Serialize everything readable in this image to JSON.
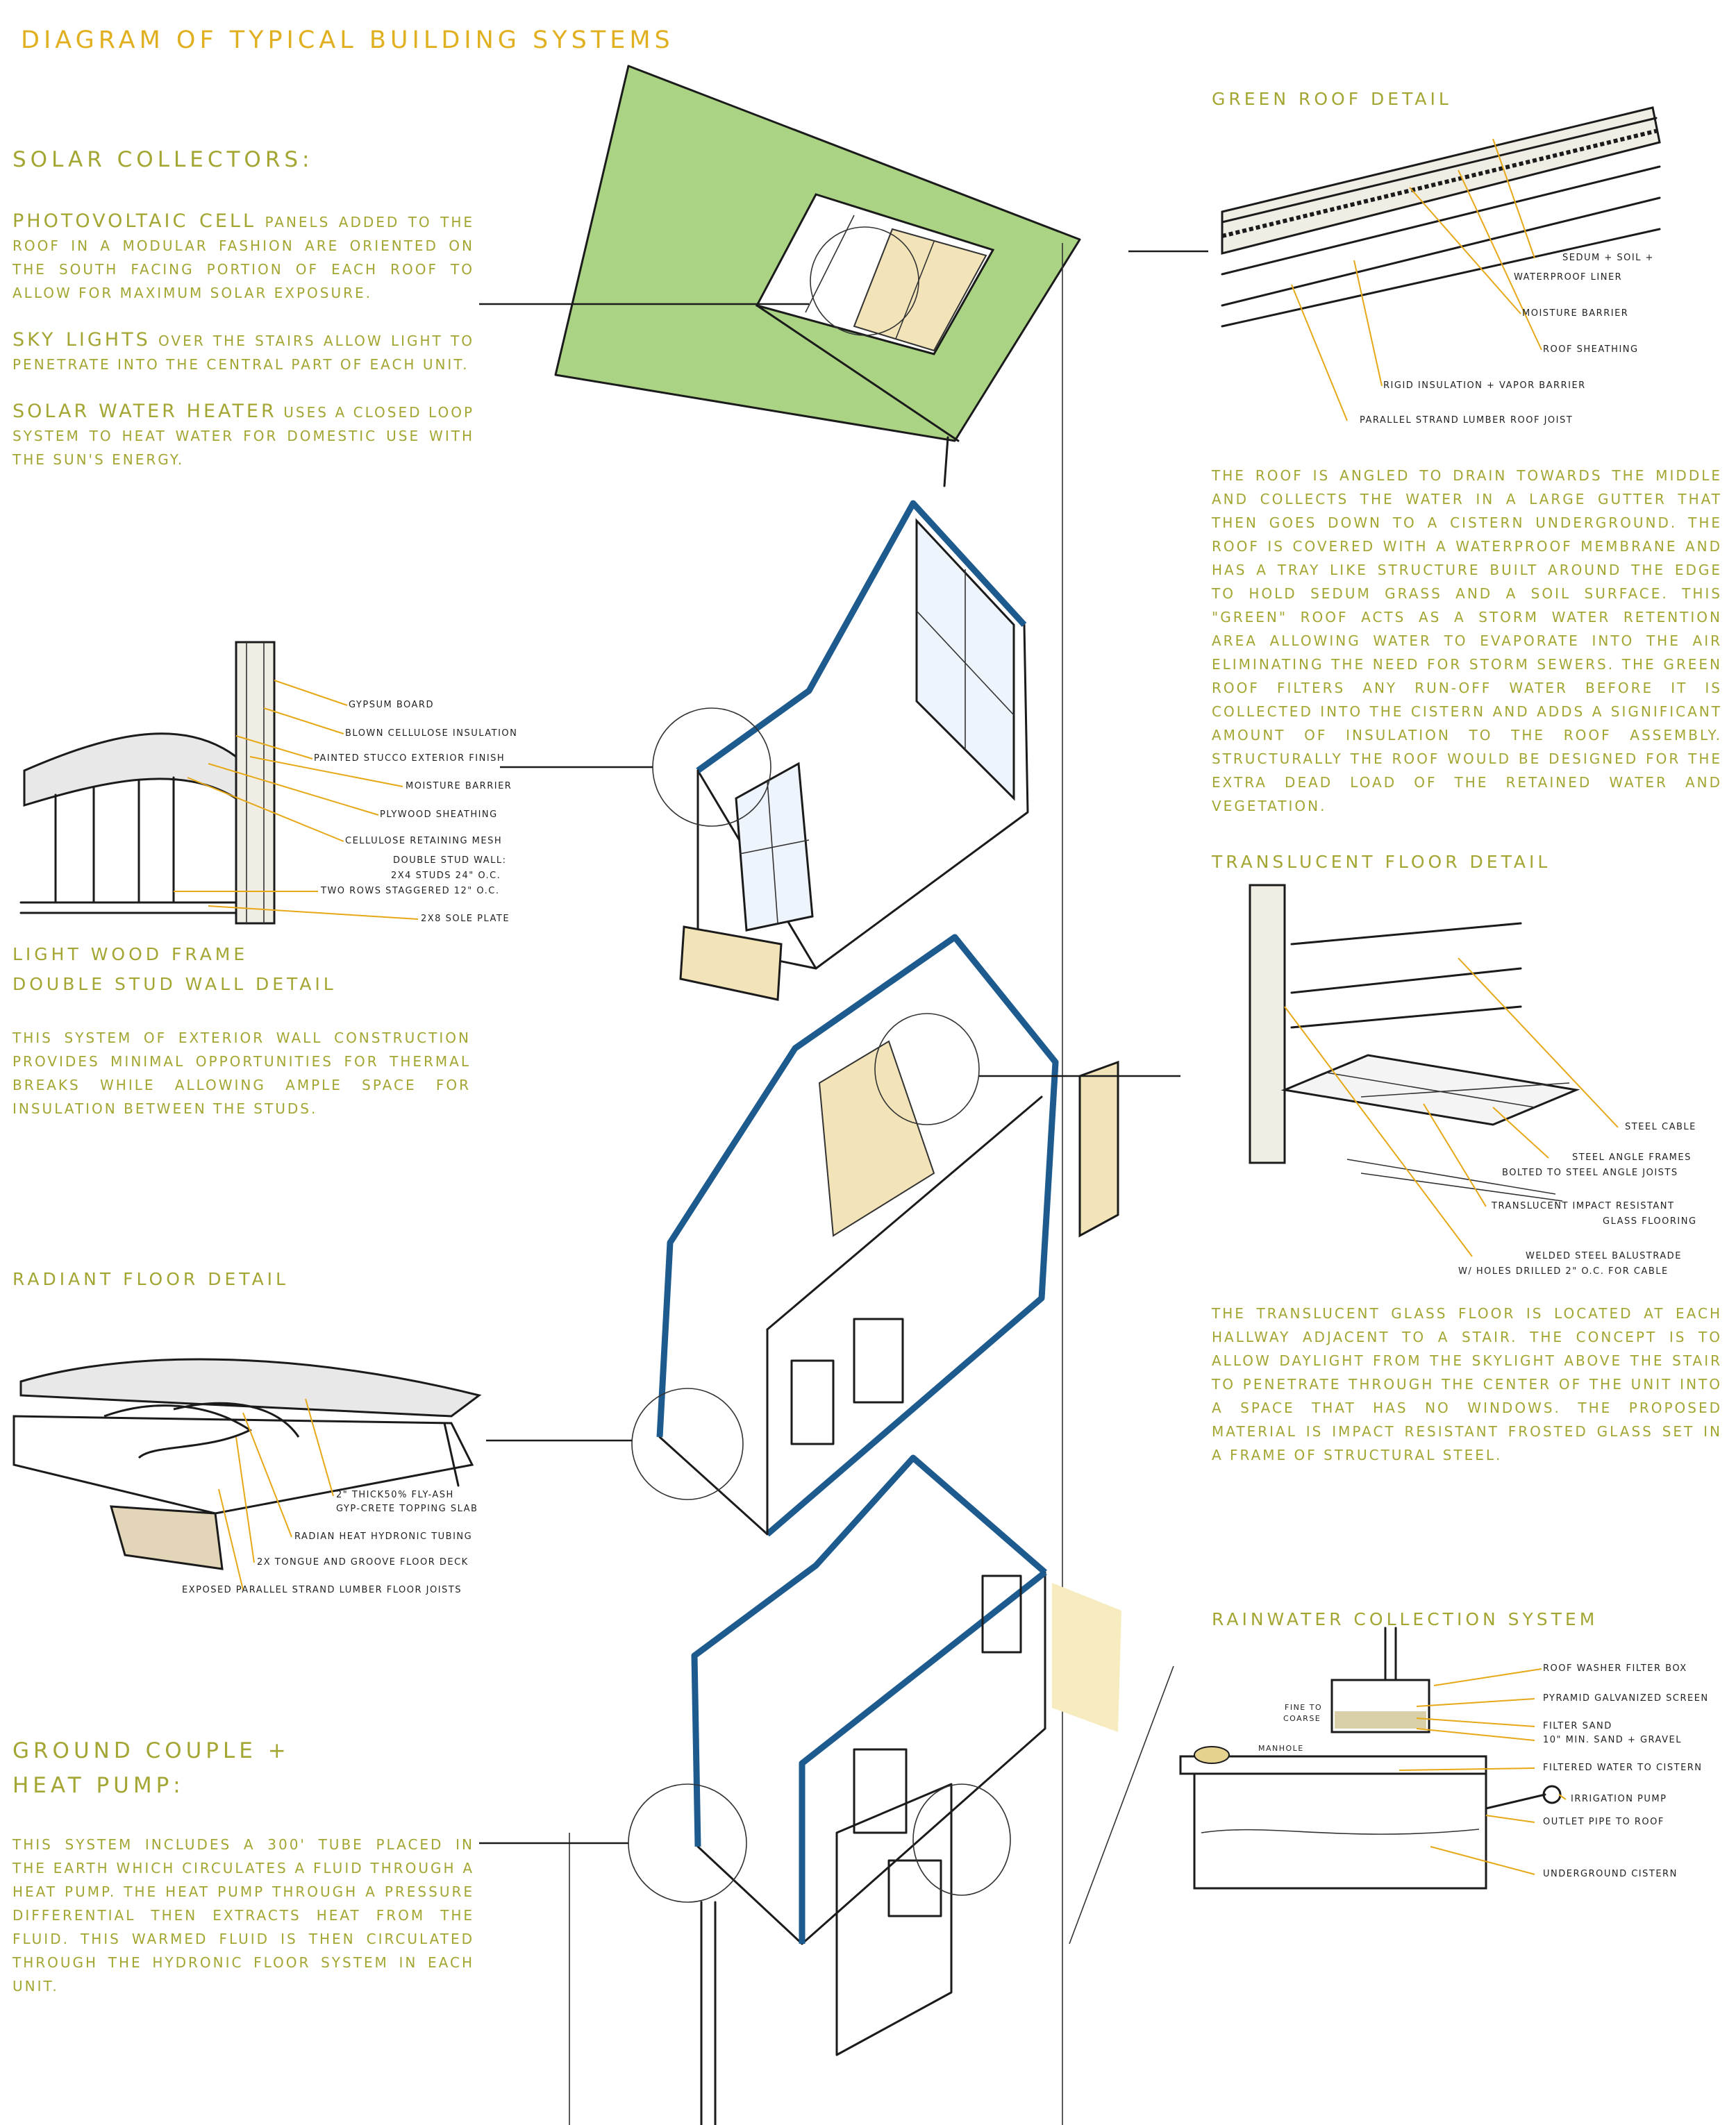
{
  "title": "DIAGRAM OF TYPICAL BUILDING SYSTEMS",
  "solar": {
    "heading": "SOLAR COLLECTORS:",
    "pv_lead": "PHOTOVOLTAIC CELL",
    "pv_text": " panels added to the roof in a modular fashion are oriented on the south facing portion of each roof to allow for maximum solar exposure.",
    "sky_lead": "SKY LIGHTS",
    "sky_text": " over the stairs allow light to penetrate into the central part of each unit.",
    "water_lead": "SOLAR WATER HEATER",
    "water_text": " uses a closed loop system to heat water for domestic use with the sun's energy."
  },
  "wall": {
    "labels": [
      "GYPSUM BOARD",
      "BLOWN CELLULOSE INSULATION",
      "PAINTED STUCCO EXTERIOR FINISH",
      "MOISTURE BARRIER",
      "PLYWOOD SHEATHING",
      "CELLULOSE RETAINING MESH",
      "DOUBLE STUD WALL:",
      "2x4 STUDS 24\" O.C.",
      "TWO ROWS STAGGERED 12\" O.C.",
      "2x8 SOLE PLATE"
    ],
    "heading1": "LIGHT WOOD FRAME",
    "heading2": "DOUBLE STUD WALL DETAIL",
    "text": "This system of exterior wall construction provides minimal opportunities for thermal breaks while allowing ample space for insulation between the studs."
  },
  "radiant": {
    "heading": "RADIANT FLOOR DETAIL",
    "labels": [
      "2\" THICK50% FLY-ASH",
      "GYP-CRETE TOPPING SLAB",
      "RADIAN HEAT HYDRONIC TUBING",
      "2x TONGUE AND GROOVE FLOOR DECK",
      "EXPOSED PARALLEL STRAND LUMBER FLOOR JOISTS"
    ]
  },
  "ground": {
    "heading": "GROUND COUPLE + HEAT PUMP:",
    "text": "This system includes a 300' tube placed in the earth which circulates a fluid through a heat pump. The heat pump through a pressure differential then extracts heat from the fluid. This warmed fluid is then circulated through the hydronic floor system in each unit."
  },
  "green_roof": {
    "heading": "GREEN ROOF DETAIL",
    "labels": [
      "SEDUM + SOIL +",
      "WATERPROOF LINER",
      "MOISTURE BARRIER",
      "ROOF SHEATHING",
      "RIGID INSULATION + VAPOR BARRIER",
      "PARALLEL STRAND LUMBER ROOF JOIST"
    ],
    "text": "The roof is angled to drain towards the middle and collects the water in a large gutter that then goes down to a cistern underground. The roof is covered with a waterproof membrane and has a tray like structure built around the edge to hold sedum grass and a soil surface. This \"green\" roof acts as a storm water retention area allowing water to evaporate into the air eliminating the need for storm sewers. The green roof filters any run-off water before it is collected into the cistern and adds a significant amount of insulation to the roof assembly. Structurally the roof would be designed for the extra dead load of the retained water and vegetation."
  },
  "translucent": {
    "heading": "TRANSLUCENT FLOOR DETAIL",
    "labels": [
      "STEEL CABLE",
      "STEEL ANGLE FRAMES",
      "BOLTED TO STEEL ANGLE JOISTS",
      "TRANSLUCENT IMPACT RESISTANT",
      "GLASS FLOORING",
      "WELDED STEEL BALUSTRADE",
      "W/ HOLES DRILLED 2\" O.C. FOR CABLE"
    ],
    "text": "The translucent glass floor is located at each hallway adjacent to a stair. The concept is to allow daylight from the skylight above the stair to penetrate through the center of the unit into a space that has no windows. The proposed material is impact resistant frosted glass set in a frame of structural steel."
  },
  "rainwater": {
    "heading": "RAINWATER COLLECTION SYSTEM",
    "labels": [
      "ROOF WASHER FILTER BOX",
      "PYRAMID GALVANIZED SCREEN",
      "FILTER SAND",
      "10\" MIN. SAND + GRAVEL",
      "FILTERED WATER TO CISTERN",
      "IRRIGATION PUMP",
      "OUTLET PIPE TO ROOF",
      "UNDERGROUND CISTERN"
    ],
    "manhole": "MANHOLE",
    "fine1": "FINE TO",
    "fine2": "COARSE"
  },
  "colors": {
    "title": "#e0b020",
    "text": "#a3a632",
    "leader": "#e6a817",
    "frame": "#1d5a8e",
    "grass": "#7cb342"
  }
}
